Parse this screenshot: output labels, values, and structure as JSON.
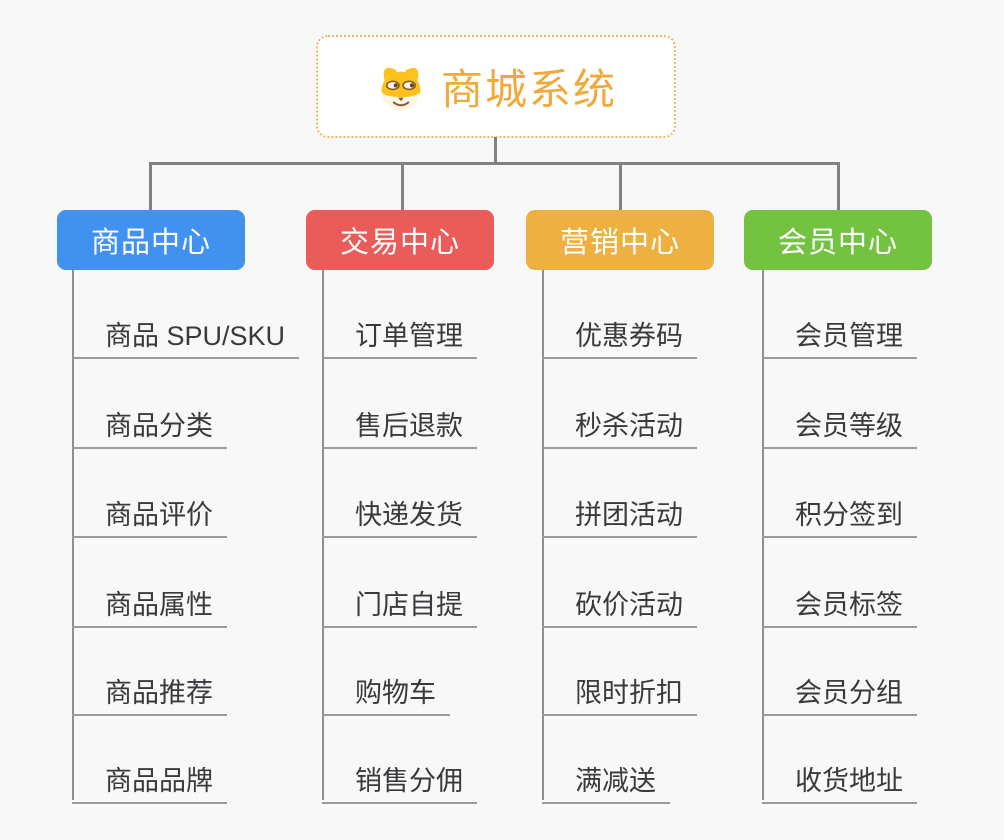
{
  "page": {
    "background": "#f8f8f8"
  },
  "root": {
    "label": "商城系统",
    "icon": "dog-face-icon",
    "text_color": "#f2a93c",
    "border_color": "#f3b35c",
    "background": "#ffffff"
  },
  "connectors": {
    "line_color": "#828282",
    "trunk_color": "#8f8f8f",
    "underline_color": "#9b9b9b"
  },
  "item_text_color": "#3a3a3e",
  "branches": [
    {
      "label": "商品中心",
      "color": "#4192ef",
      "children": [
        "商品 SPU/SKU",
        "商品分类",
        "商品评价",
        "商品属性",
        "商品推荐",
        "商品品牌"
      ]
    },
    {
      "label": "交易中心",
      "color": "#e95c5a",
      "children": [
        "订单管理",
        "售后退款",
        "快递发货",
        "门店自提",
        "购物车",
        "销售分佣"
      ]
    },
    {
      "label": "营销中心",
      "color": "#eeb041",
      "children": [
        "优惠券码",
        "秒杀活动",
        "拼团活动",
        "砍价活动",
        "限时折扣",
        "满减送"
      ]
    },
    {
      "label": "会员中心",
      "color": "#73c240",
      "children": [
        "会员管理",
        "会员等级",
        "积分签到",
        "会员标签",
        "会员分组",
        "收货地址"
      ]
    }
  ]
}
